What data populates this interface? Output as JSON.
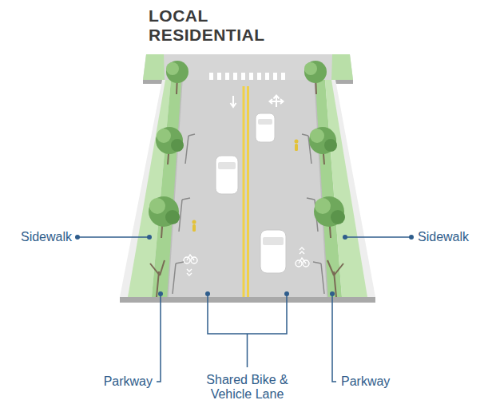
{
  "diagram": {
    "title": "LOCAL RESIDENTIAL",
    "labels": [
      "Sidewalk",
      "Sidewalk",
      "Parkway",
      "Shared Bike & Vehicle Lane",
      "Parkway"
    ]
  }
}
